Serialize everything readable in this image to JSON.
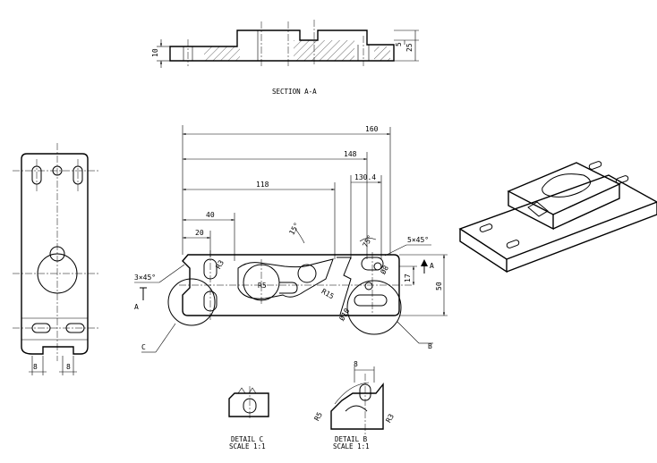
{
  "section_view": {
    "title": "SECTION A-A",
    "dims": {
      "thk": "10",
      "step": "5",
      "height": "25"
    }
  },
  "main_view": {
    "dims": {
      "d160": "160",
      "d148": "148",
      "d130": "130.4",
      "d118": "118",
      "d40": "40",
      "d20": "20",
      "d15": "15°",
      "d75": "75°",
      "d5x45": "5×45°",
      "d3x45": "3×45°",
      "d17": "17",
      "d50": "50",
      "r3": "R3",
      "r5": "R5",
      "r15": "R15",
      "dia8": "Ø8",
      "dia10": "Ø10"
    },
    "section_mark": "A",
    "callout_c": "C",
    "callout_b": "B"
  },
  "side_view": {
    "dims": {
      "w1": "8",
      "w2": "8"
    }
  },
  "detail_c": {
    "title": "DETAIL C",
    "scale": "SCALE 1:1"
  },
  "detail_b": {
    "title": "DETAIL B",
    "scale": "SCALE 1:1",
    "dims": {
      "w": "8",
      "r5": "R5",
      "r3": "R3"
    }
  }
}
